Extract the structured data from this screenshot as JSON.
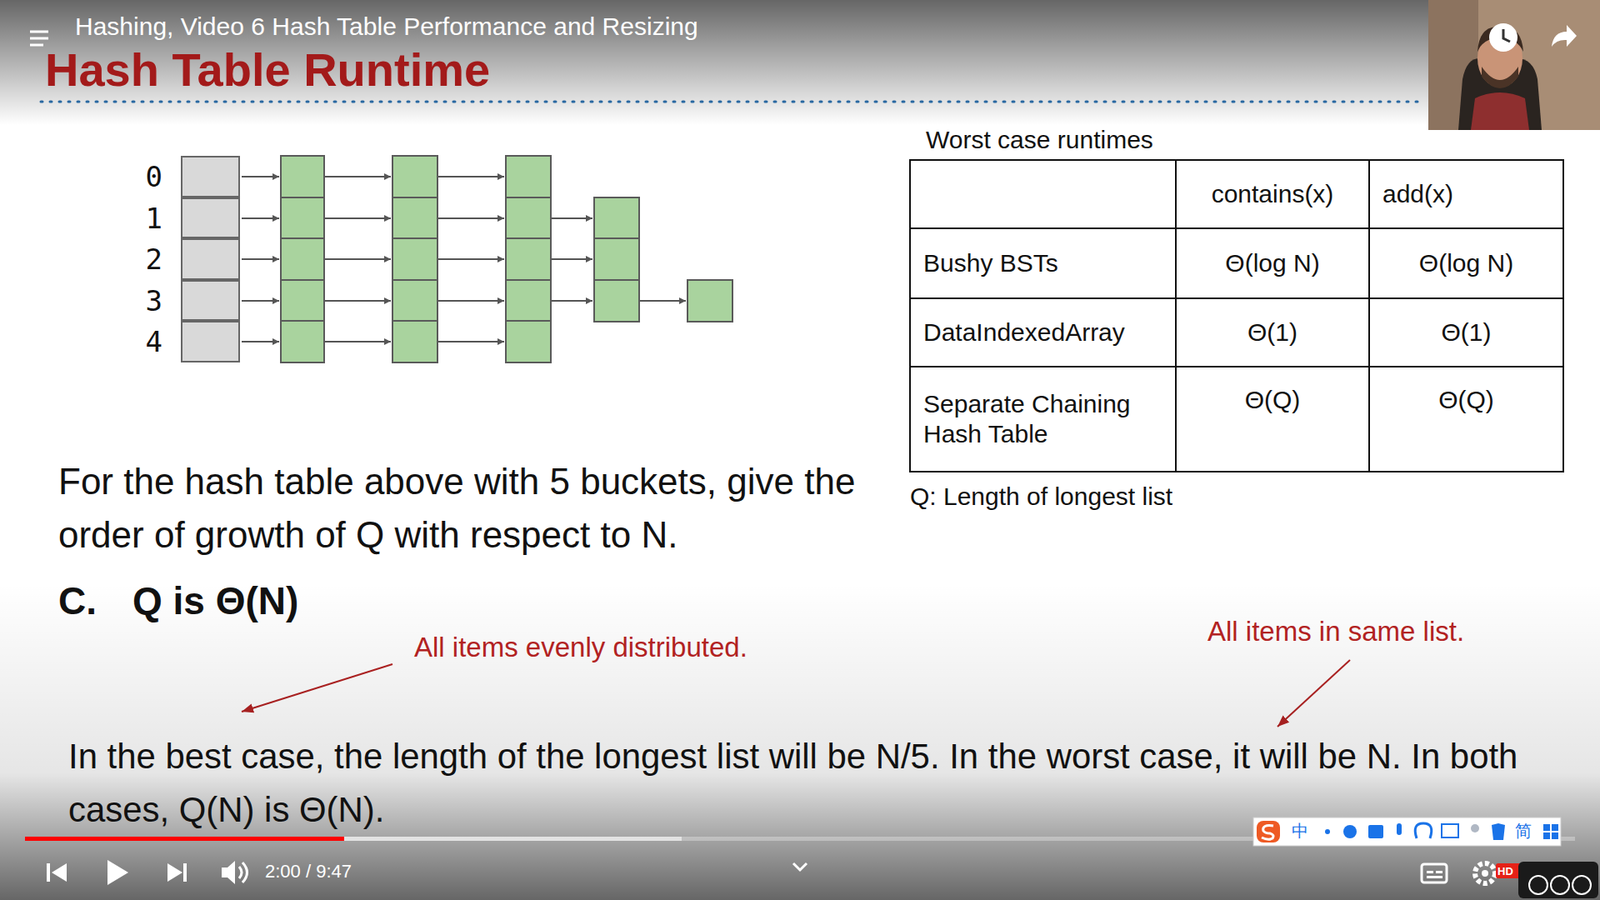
{
  "diagram": {
    "title": "Hash Table Runtime",
    "nodes": [
      {
        "text": [
          "0"
        ]
      },
      {
        "text": [
          "1"
        ]
      },
      {
        "text": [
          "2"
        ]
      },
      {
        "text": [
          "3"
        ]
      },
      {
        "text": [
          "4"
        ]
      }
    ],
    "labels": [
      "Hashing, Video 6 Hash Table Performance and Resizing",
      "Worst case runtimes",
      "contains(x)",
      "add(x)",
      "Bushy BSTs",
      "Θ(log N)",
      "Θ(log N)",
      "DataIndexedArray",
      "Θ(1)",
      "Θ(1)",
      "Separate Chaining Hash Table",
      "Θ(Q)",
      "Θ(Q)",
      "Q: Length of longest list",
      "For the hash table above with 5 buckets, give the order of growth of Q with respect to N.",
      "C.",
      "Q is Θ(N)",
      "All items evenly distributed.",
      "All items in same list.",
      "In the best case, the length of the longest list will be N/5. In the worst case, it will be N. In both cases, Q(N) is Θ(N).",
      "2:00 / 9:47",
      "中",
      "简",
      "HD"
    ]
  }
}
